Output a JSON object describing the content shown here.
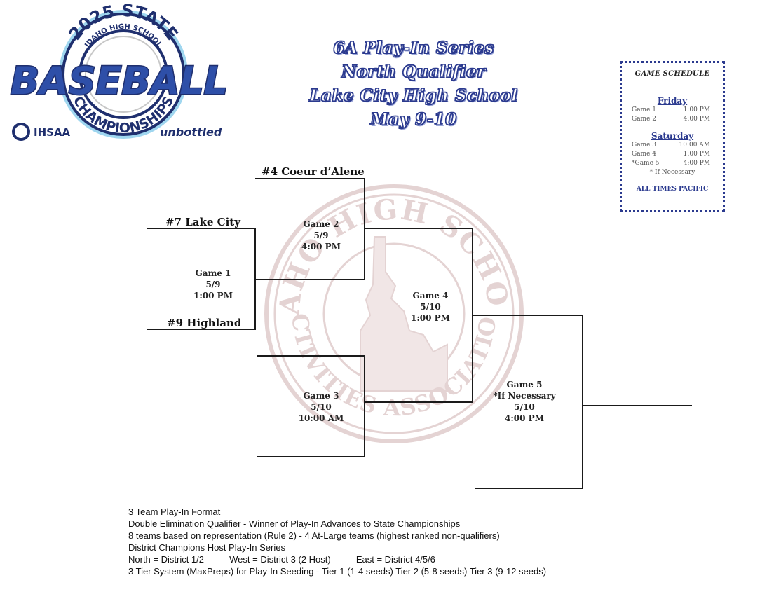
{
  "logo": {
    "arc_top": "2025 STATE",
    "arc_sub": "IDAHO HIGH SCHOOL",
    "main": "BASEBALL",
    "arc_bottom": "CHAMPIONSHIPS",
    "org": "IHSAA",
    "sponsor": "unbottled",
    "colors": {
      "navy": "#1f2f6e",
      "blue": "#2e4fa8",
      "light": "#8fd0ee"
    }
  },
  "title": {
    "line1": "6A Play-In Series",
    "line2": "North Qualifier",
    "line3": "Lake City High School",
    "line4": "May 9-10"
  },
  "watermark": {
    "top_text": "IDAHO HIGH SCHOOL",
    "bottom_text": "ACTIVITIES ASSOCIATION",
    "color": "#e2cfcf"
  },
  "schedule": {
    "title": "GAME SCHEDULE",
    "friday_label": "Friday",
    "friday": [
      {
        "game": "Game 1",
        "time": "1:00 PM"
      },
      {
        "game": "Game 2",
        "time": "4:00 PM"
      }
    ],
    "saturday_label": "Saturday",
    "saturday": [
      {
        "game": "Game 3",
        "time": "10:00 AM"
      },
      {
        "game": "Game 4",
        "time": "1:00 PM"
      },
      {
        "game": "*Game 5",
        "time": "4:00 PM"
      }
    ],
    "note": "* If Necessary",
    "footer": "ALL TIMES PACIFIC"
  },
  "teams": {
    "t4": "#4 Coeur d’Alene",
    "t7": "#7 Lake City",
    "t9": "#9 Highland"
  },
  "games": {
    "g1": {
      "label": "Game 1",
      "date": "5/9",
      "time": "1:00 PM"
    },
    "g2": {
      "label": "Game 2",
      "date": "5/9",
      "time": "4:00 PM"
    },
    "g3": {
      "label": "Game 3",
      "date": "5/10",
      "time": "10:00 AM"
    },
    "g4": {
      "label": "Game 4",
      "date": "5/10",
      "time": "1:00 PM"
    },
    "g5": {
      "label": "Game 5",
      "note": "*If Necessary",
      "date": "5/10",
      "time": "4:00 PM"
    }
  },
  "notes": [
    "3 Team Play-In Format",
    "Double Elimination Qualifier - Winner of Play-In Advances to State Championships",
    "8 teams based on representation (Rule 2) - 4 At-Large teams (highest ranked non-qualifiers)",
    "District Champions Host Play-In Series",
    "North = District 1/2          West = District 3 (2 Host)          East = District 4/5/6",
    "3 Tier System (MaxPreps) for Play-In Seeding - Tier 1 (1-4 seeds) Tier 2 (5-8 seeds) Tier 3 (9-12 seeds)"
  ]
}
